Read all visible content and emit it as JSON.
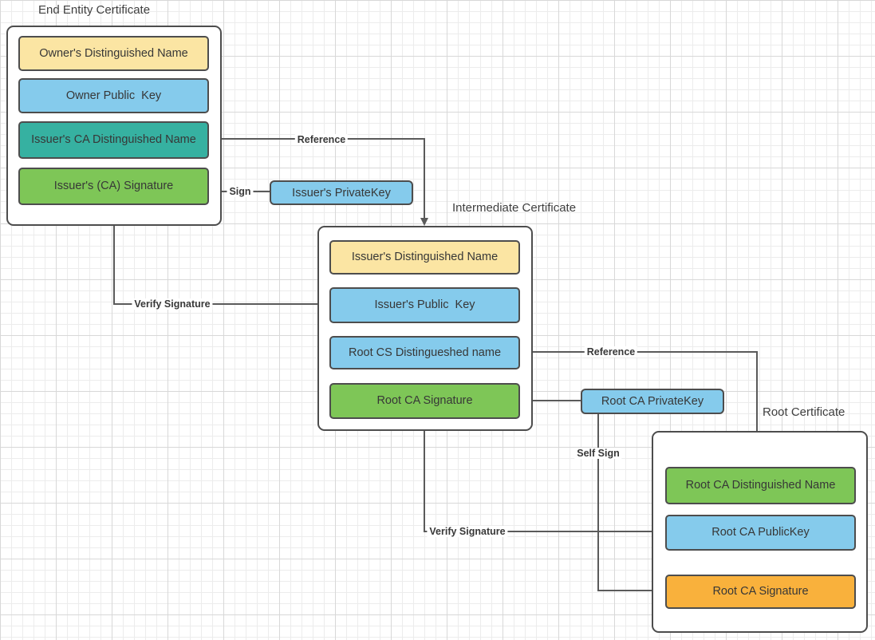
{
  "colors": {
    "yellow": "#FBE5A3",
    "blue": "#85CBEC",
    "teal": "#36B1A1",
    "green": "#7EC657",
    "orange": "#F9B13C",
    "line": "#5A5A5A",
    "border": "#4D4D4D",
    "canvas_grid_minor": "#ECECEC",
    "canvas_grid_major": "#D8D8D8"
  },
  "certificates": {
    "end_entity": {
      "title": "End Entity Certificate",
      "fields": [
        {
          "label": "Owner's Distinguished Name",
          "color": "#FBE5A3"
        },
        {
          "label": "Owner Public  Key",
          "color": "#85CBEC"
        },
        {
          "label": "Issuer's CA Distinguished Name",
          "color": "#36B1A1"
        },
        {
          "label": "Issuer's (CA) Signature",
          "color": "#7EC657"
        }
      ]
    },
    "intermediate": {
      "title": "Intermediate Certificate",
      "fields": [
        {
          "label": "Issuer's Distinguished Name",
          "color": "#FBE5A3"
        },
        {
          "label": "Issuer's Public  Key",
          "color": "#85CBEC"
        },
        {
          "label": "Root CS Distingueshed name",
          "color": "#85CBEC"
        },
        {
          "label": "Root CA Signature",
          "color": "#7EC657"
        }
      ]
    },
    "root": {
      "title": "Root Certificate",
      "fields": [
        {
          "label": "Root CA Distinguished Name",
          "color": "#7EC657"
        },
        {
          "label": "Root CA PublicKey",
          "color": "#85CBEC"
        },
        {
          "label": "Root CA Signature",
          "color": "#F9B13C"
        }
      ]
    }
  },
  "keys": {
    "issuer_private_key": {
      "label": "Issuer's PrivateKey",
      "color": "#85CBEC"
    },
    "root_ca_private_key": {
      "label": "Root CA PrivateKey",
      "color": "#85CBEC"
    }
  },
  "connectors": {
    "reference_top": "Reference",
    "sign": "Sign",
    "verify_left": "Verify Signature",
    "reference_mid": "Reference",
    "self_sign": "Self Sign",
    "verify_bottom": "Verify Signature"
  }
}
